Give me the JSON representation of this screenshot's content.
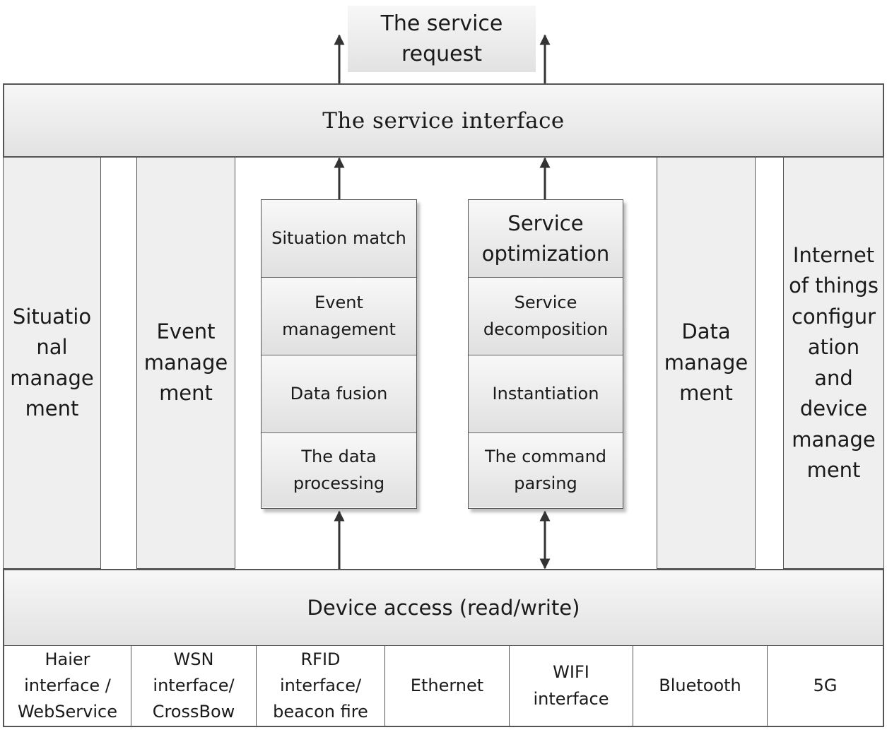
{
  "service_request": "The service\nrequest",
  "service_interface": "The service interface",
  "side_columns": {
    "situational": "Situatio\nnal\nmanage\nment",
    "event": "Event\nmanage\nment",
    "data": "Data\nmanage\nment",
    "iot": "Internet\nof things\nconfigur\nation\nand\ndevice\nmanage\nment"
  },
  "left_stack": [
    "Situation match",
    "Event\nmanagement",
    "Data fusion",
    "The data\nprocessing"
  ],
  "right_stack": [
    "Service\noptimization",
    "Service\ndecomposition",
    "Instantiation",
    "The command\nparsing"
  ],
  "device_access": "Device access (read/write)",
  "protocols": [
    "Haier\ninterface /\nWebService",
    "WSN\ninterface/\nCrossBow",
    "RFID\ninterface/\nbeacon fire",
    "Ethernet",
    "WIFI\ninterface",
    "Bluetooth",
    "5G"
  ]
}
